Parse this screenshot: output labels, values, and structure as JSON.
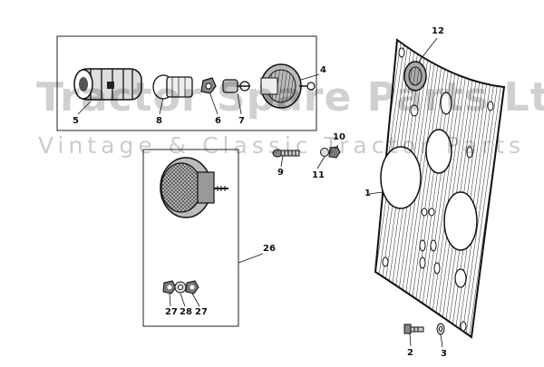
{
  "watermark": {
    "title": "Tractor Spare Parts Ltd",
    "subtitle": "Vintage & Classic Tractor Parts"
  },
  "callouts": {
    "c1": "1",
    "c2": "2",
    "c3": "3",
    "c4": "4",
    "c5": "5",
    "c6": "6",
    "c7": "7",
    "c8": "8",
    "c9": "9",
    "c10": "10",
    "c11": "11",
    "c12": "12",
    "c26": "26",
    "c27a": "27",
    "c28": "28",
    "c27b": "27"
  },
  "colors": {
    "ink": "#111111",
    "background": "#ffffff"
  }
}
